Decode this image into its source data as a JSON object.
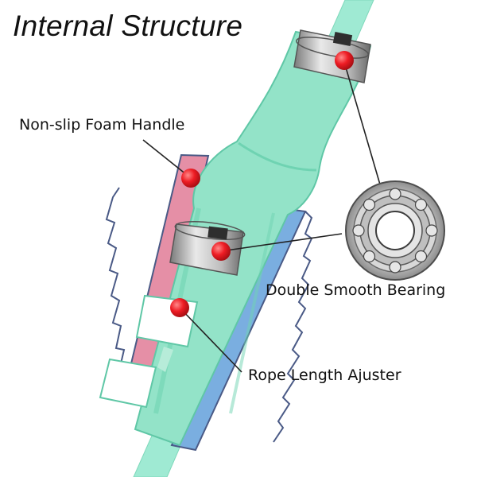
{
  "title": "Internal Structure",
  "labels": {
    "foam_handle": "Non-slip  Foam Handle",
    "bearing": "Double Smooth Bearing",
    "adjuster": "Rope Length Ajuster"
  },
  "colors": {
    "body": "#93e3c8",
    "body_dark": "#6fd3b2",
    "rope": "#9fead3",
    "foam_pink": "#e58fa6",
    "foam_blue": "#7aaee0",
    "foam_outline": "#4a5a86",
    "marker": "#ee1c24",
    "metal": "#b9b9b9",
    "metal_dark": "#6f6f6f",
    "leader": "#222222"
  }
}
